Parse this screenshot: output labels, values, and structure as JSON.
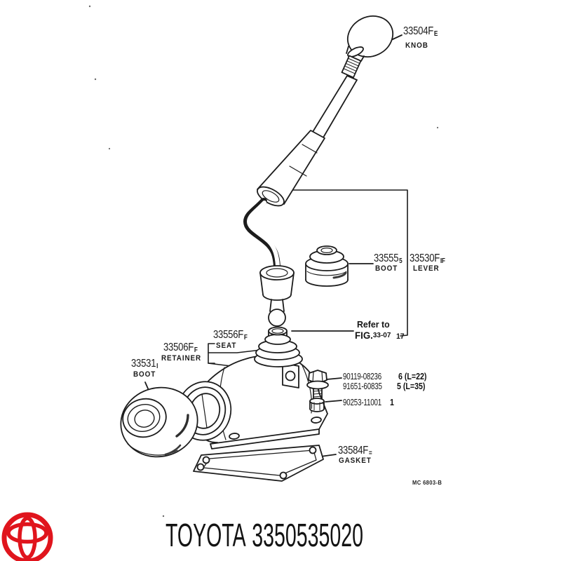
{
  "callouts": {
    "knob": {
      "part_no": "33504F",
      "suffix": "E",
      "label": "KNOB"
    },
    "boot_upper": {
      "part_no": "33555",
      "suffix": "5",
      "label": "BOOT"
    },
    "lever": {
      "part_no": "33530F",
      "suffix": "IF",
      "label": "LEVER"
    },
    "seat": {
      "part_no": "33556F",
      "suffix": "F",
      "label": "SEAT"
    },
    "retainer": {
      "part_no": "33506F",
      "suffix": "F",
      "label": "RETAINER"
    },
    "boot_lower": {
      "part_no": "33531",
      "suffix": "I",
      "label": "BOOT"
    },
    "gasket": {
      "part_no": "33584F",
      "suffix": "=",
      "label": "GASKET"
    }
  },
  "hardware": [
    {
      "part_no": "90119-08236",
      "qty_note": "6 (L=22)"
    },
    {
      "part_no": "91651-60835",
      "qty_note": "5 (L=35)"
    },
    {
      "part_no": "90253-11001",
      "qty_note": "1"
    }
  ],
  "reference": {
    "line1": "Refer to",
    "fig_label": "FIG.",
    "fig_no": "33-07",
    "page_ref": "17"
  },
  "drawing_code": "MC 6803-B",
  "footer": {
    "brand": "TOYOTA",
    "part_number": "3350535020",
    "logo_color": "#e0151d"
  }
}
